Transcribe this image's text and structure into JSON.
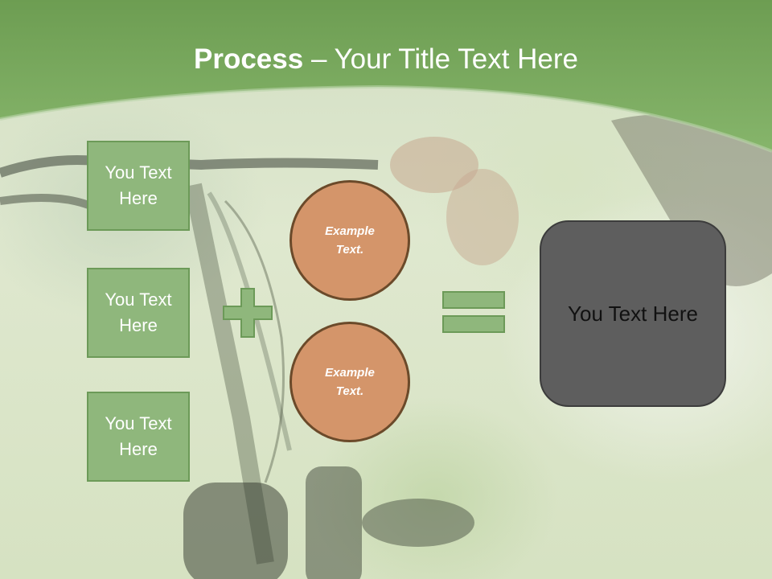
{
  "title": {
    "bold": "Process",
    "rest": " – Your Title Text Here"
  },
  "left_boxes": [
    {
      "label": "You Text Here"
    },
    {
      "label": "You Text Here"
    },
    {
      "label": "You Text Here"
    }
  ],
  "circles": [
    {
      "label": "Example Text."
    },
    {
      "label": "Example Text."
    }
  ],
  "result": {
    "label": "You Text Here"
  },
  "colors": {
    "band_green": "#7fac62",
    "box_green": "#8fb77c",
    "circle_orange": "#d4956a",
    "result_gray": "#5e5e5e"
  }
}
